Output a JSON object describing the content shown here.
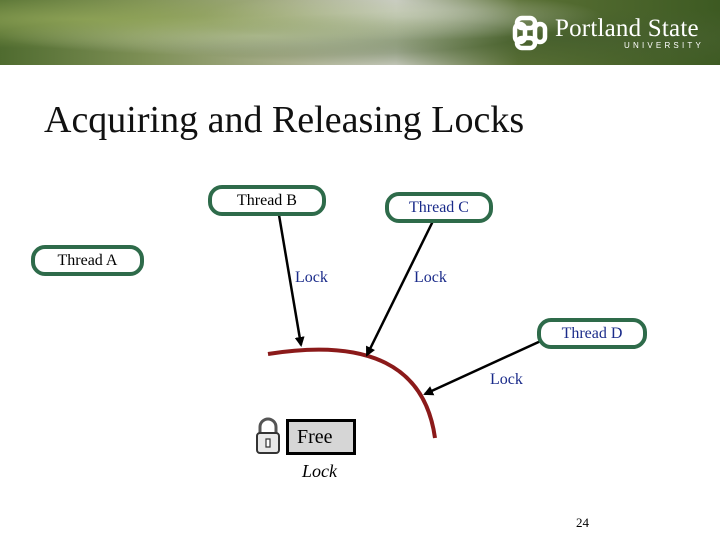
{
  "header": {
    "logo_name": "Portland State",
    "logo_sub": "UNIVERSITY"
  },
  "title": "Acquiring and Releasing Locks",
  "threads": {
    "a": "Thread A",
    "b": "Thread B",
    "c": "Thread C",
    "d": "Thread D"
  },
  "locks": {
    "b": "Lock",
    "c": "Lock",
    "d": "Lock"
  },
  "free_box": {
    "label": "Free",
    "caption": "Lock"
  },
  "page_number": "24",
  "colors": {
    "thread_border": "#2e6b4a",
    "lock_text": "#1a2b8a",
    "arc": "#8b1a1a",
    "free_box_fill": "#d6d6d6"
  }
}
